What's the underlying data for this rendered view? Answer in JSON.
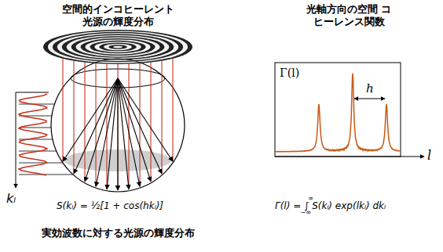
{
  "diagram": {
    "labels": [
      "空間的インコヒーレント 光源の輝度分布",
      "光軸方向の空間 コヒーレンス関数",
      "Γ(l)",
      "h",
      "l",
      "kₗ",
      "S(kₗ) = ½[1 + cos(hkₗ)]",
      "Γ(l) = ∫ S(kₗ) exp(lkₗ) dkₗ",
      "∞",
      "−∞",
      "実効波数に対する光源の輝度分布"
    ]
  }
}
